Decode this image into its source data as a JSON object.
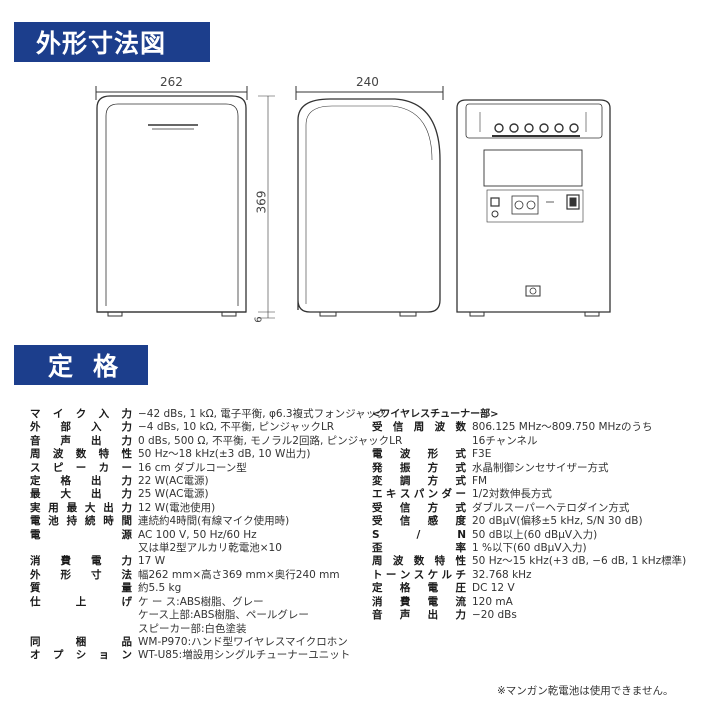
{
  "section_outline": {
    "title": "外形寸法図"
  },
  "section_spec": {
    "title": "定格"
  },
  "dimensions": {
    "width_front": "262",
    "height": "369",
    "base": "6",
    "depth": "240"
  },
  "spec_left": [
    {
      "label": "マイク入力",
      "values": [
        "−42 dBs, 1 kΩ, 電子平衡, φ6.3複式フォンジャック"
      ]
    },
    {
      "label": "外部入力",
      "values": [
        "−4 dBs, 10 kΩ, 不平衡, ピンジャックLR"
      ]
    },
    {
      "label": "音声出力",
      "values": [
        "0 dBs, 500 Ω, 不平衡, モノラル2回路, ピンジャックLR"
      ]
    },
    {
      "label": "周波数特性",
      "values": [
        "50 Hz〜18 kHz(±3 dB, 10 W出力)"
      ]
    },
    {
      "label": "スピーカー",
      "values": [
        "16 cm ダブルコーン型"
      ]
    },
    {
      "label": "定格出力",
      "values": [
        "22 W(AC電源)"
      ]
    },
    {
      "label": "最大出力",
      "values": [
        "25 W(AC電源)"
      ]
    },
    {
      "label": "実用最大出力",
      "values": [
        "12 W(電池使用)"
      ]
    },
    {
      "label": "電池持続時間",
      "values": [
        "連続約4時間(有線マイク使用時)"
      ]
    },
    {
      "label": "電源",
      "values": [
        "AC 100 V, 50 Hz/60 Hz",
        "又は単2型アルカリ乾電池×10"
      ]
    },
    {
      "label": "消費電力",
      "values": [
        "17 W"
      ]
    },
    {
      "label": "外形寸法",
      "values": [
        "幅262 mm×高さ369 mm×奥行240 mm"
      ]
    },
    {
      "label": "質量",
      "values": [
        "約5.5 kg"
      ]
    },
    {
      "label": "仕上げ",
      "values": [
        "ケ ー ス:ABS樹脂、グレー",
        "ケース上部:ABS樹脂、ペールグレー",
        "スピーカー部:白色塗装"
      ]
    },
    {
      "label": "同梱品",
      "values": [
        "WM-P970:ハンド型ワイヤレスマイクロホン"
      ]
    },
    {
      "label": "オプション",
      "values": [
        "WT-U85:増設用シングルチューナーユニット"
      ]
    }
  ],
  "spec_right_heading": "<ワイヤレスチューナー部>",
  "spec_right": [
    {
      "label": "受信周波数",
      "values": [
        "806.125 MHz〜809.750 MHzのうち",
        "16チャンネル"
      ]
    },
    {
      "label": "電波形式",
      "values": [
        "F3E"
      ]
    },
    {
      "label": "発振方式",
      "values": [
        "水晶制御シンセサイザー方式"
      ]
    },
    {
      "label": "変調方式",
      "values": [
        "FM"
      ]
    },
    {
      "label": "エキスパンダー",
      "values": [
        "1/2対数伸長方式"
      ]
    },
    {
      "label": "受信方式",
      "values": [
        "ダブルスーパーヘテロダイン方式"
      ]
    },
    {
      "label": "受信感度",
      "values": [
        "20 dBμV(偏移±5 kHz, S/N 30 dB)"
      ]
    },
    {
      "label": "S / N",
      "values": [
        "50 dB以上(60 dBμV入力)"
      ]
    },
    {
      "label": "歪率",
      "values": [
        "1 %以下(60 dBμV入力)"
      ]
    },
    {
      "label": "周波数特性",
      "values": [
        "50 Hz〜15 kHz(+3 dB, −6 dB, 1 kHz標準)"
      ]
    },
    {
      "label": "トーンスケルチ",
      "values": [
        "32.768 kHz"
      ]
    },
    {
      "label": "定格電圧",
      "values": [
        "DC 12 V"
      ]
    },
    {
      "label": "消費電流",
      "values": [
        "120 mA"
      ]
    },
    {
      "label": "音声出力",
      "values": [
        "−20 dBs"
      ]
    }
  ],
  "note": "※マンガン乾電池は使用できません。"
}
